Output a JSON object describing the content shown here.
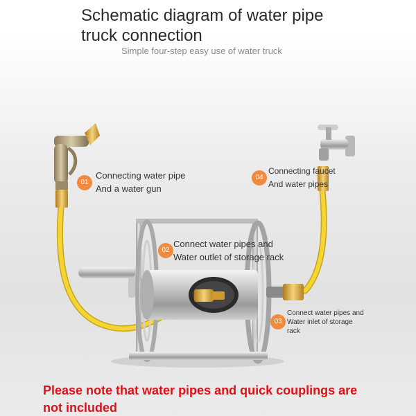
{
  "header": {
    "title_line1": "Schematic diagram of water pipe",
    "title_line2": "truck connection",
    "subtitle": "Simple four-step easy use of water truck"
  },
  "steps": [
    {
      "number": "01",
      "line1": "Connecting water pipe",
      "line2": "And a water gun"
    },
    {
      "number": "02",
      "line1": "Connect water pipes and",
      "line2": "Water outlet of storage rack"
    },
    {
      "number": "03",
      "line1": "Connect water pipes and",
      "line2": "Water inlet of storage",
      "line3": "rack"
    },
    {
      "number": "04",
      "line1": "Connecting faucet",
      "line2": "And water pipes"
    }
  ],
  "notice": "Please note that water pipes and quick couplings are not included",
  "colors": {
    "badge": "#f08a3c",
    "hose": "#f2cf2a",
    "notice": "#e0101a",
    "brass": "#d9a23a"
  }
}
